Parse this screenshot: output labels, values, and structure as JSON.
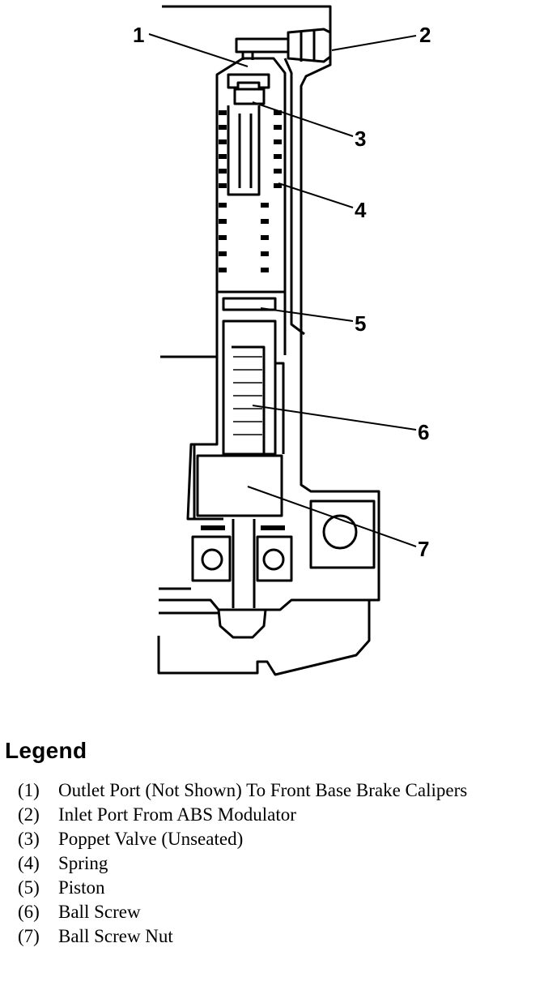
{
  "callouts": [
    "1",
    "2",
    "3",
    "4",
    "5",
    "6",
    "7"
  ],
  "legend": {
    "title": "Legend",
    "items": [
      {
        "num": "(1)",
        "text": "Outlet Port (Not Shown) To Front Base Brake Calipers"
      },
      {
        "num": "(2)",
        "text": "Inlet Port From ABS Modulator"
      },
      {
        "num": "(3)",
        "text": "Poppet Valve (Unseated)"
      },
      {
        "num": "(4)",
        "text": "Spring"
      },
      {
        "num": "(5)",
        "text": "Piston"
      },
      {
        "num": "(6)",
        "text": "Ball Screw"
      },
      {
        "num": "(7)",
        "text": "Ball Screw Nut"
      }
    ]
  }
}
